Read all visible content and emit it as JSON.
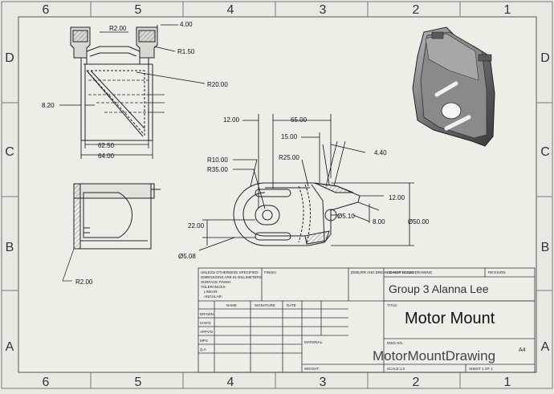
{
  "border": {
    "columns": [
      "6",
      "5",
      "4",
      "3",
      "2",
      "1"
    ],
    "rows": [
      "D",
      "C",
      "B",
      "A"
    ]
  },
  "dims": {
    "r2_top": "R2.00",
    "d4": "4.00",
    "r1_5": "R1.50",
    "r20": "R20.00",
    "d8_2": "8.20",
    "d62_5": "62.50",
    "d64": "64.00",
    "d12": "12.00",
    "d65": "65.00",
    "d15": "15.00",
    "d4_4": "4.40",
    "r10": "R10.00",
    "r35": "R35.00",
    "r25": "R25.00",
    "d12b": "12.00",
    "phi5_1": "Ø5.10",
    "d8": "8.00",
    "phi50": "Ø50.00",
    "d22": "22.00",
    "phi5_08": "Ø5.08",
    "r2_bottom": "R2.00"
  },
  "title_block": {
    "unless": "UNLESS OTHERWISE SPECIFIED:",
    "dims_in": "DIMENSIONS ARE IN MILLIMETERS",
    "surface": "SURFACE FINISH:",
    "tolerances": "TOLERANCES:",
    "linear": "LINEAR:",
    "angular": "ANGULAR:",
    "finish": "FINISH",
    "deburr": "DEBURR AND BREAK SHARP EDGES",
    "do_not_scale": "DO NOT SCALE DRAWING",
    "revision": "REVISION",
    "title_label": "TITLE:",
    "author": "Group 3 Alanna Lee",
    "part_name": "Motor Mount",
    "name_col": "NAME",
    "signature_col": "SIGNATURE",
    "date_col": "DATE",
    "rows": [
      "DRAWN",
      "CHK'D",
      "APPV'D",
      "MFG",
      "Q.A"
    ],
    "material": "MATERIAL:",
    "weight": "WEIGHT:",
    "dwg_no_label": "DWG NO.",
    "dwg_no": "MotorMountDrawing",
    "size": "A4",
    "scale": "SCALE:1:2",
    "sheet": "SHEET 1 OF 1"
  }
}
